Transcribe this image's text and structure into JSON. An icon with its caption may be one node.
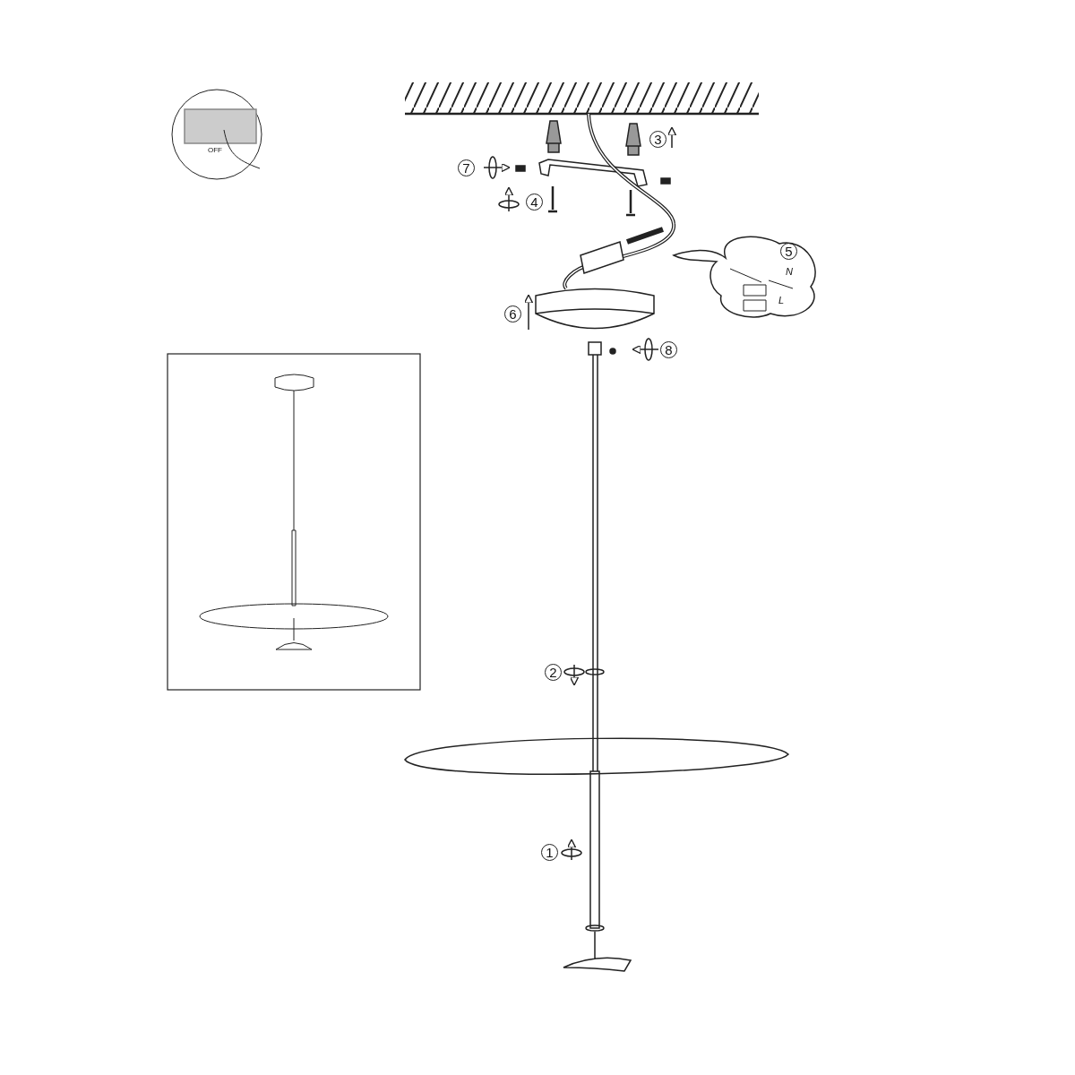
{
  "diagram": {
    "labels": [
      "OFF",
      "3",
      "7",
      "4",
      "5",
      "N",
      "L",
      "6",
      "8",
      "2",
      "1"
    ]
  }
}
